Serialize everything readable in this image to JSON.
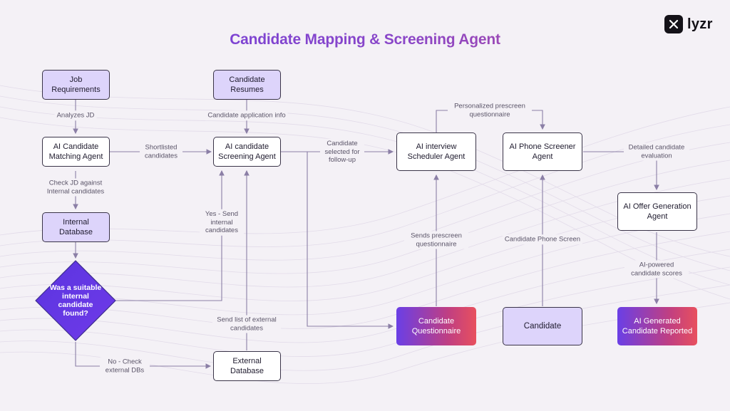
{
  "title": "Candidate Mapping & Screening Agent",
  "brand": {
    "name": "lyzr"
  },
  "nodes": {
    "job_requirements": "Job Requirements",
    "candidate_resumes": "Candidate Resumes",
    "matching_agent": "AI Candidate Matching Agent",
    "screening_agent": "AI candidate Screening Agent",
    "internal_database": "Internal Database",
    "decision": "Was a suitable internal candidate found?",
    "external_database": "External Database",
    "interview_scheduler": "AI interview Scheduler Agent",
    "phone_screener": "AI Phone Screener Agent",
    "offer_generation": "AI Offer Generation Agent",
    "candidate_questionnaire": "Candidate Questionnaire",
    "candidate": "Candidate",
    "ai_generated_report": "AI Generated Candidate Reported"
  },
  "edges": {
    "analyzes_jd": "Analyzes JD",
    "application_info": "Candidate application info",
    "shortlisted": "Shortlisted candidates",
    "selected_followup": "Candidate selected for follow-up",
    "personalized_questionnaire": "Personalized prescreen questionnaire",
    "detailed_evaluation": "Detailed candidate evaluation",
    "check_jd_internal": "Check JD against Internal candidates",
    "yes_send_internal": "Yes - Send internal candidates",
    "sends_prescreen": "Sends prescreen questionnaire",
    "phone_screen": "Candidate Phone Screen",
    "ai_powered_scores": "AI-powered candidate scores",
    "send_external_list": "Send list of external candidates",
    "no_check_external": "No - Check external DBs"
  },
  "colors": {
    "node_purple": "#ddd4fb",
    "node_white": "#ffffff",
    "gradient_start": "#6a3fe6",
    "gradient_end": "#e8505e",
    "connector": "#8b7fa6",
    "label": "#5a5468"
  }
}
